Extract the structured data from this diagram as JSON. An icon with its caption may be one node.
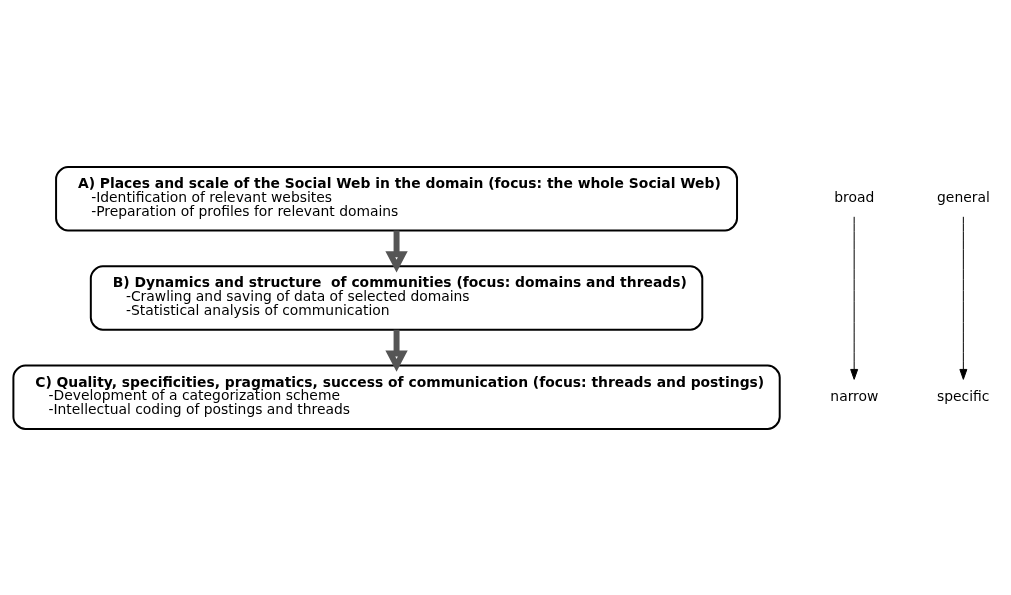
{
  "diagram": {
    "nodes": [
      {
        "text": [
          "A) Places and scale of the Social Web in the domain (focus: the whole Social Web)",
          "-Identification of relevant websites",
          "-Preparation of profiles for relevant domains"
        ]
      },
      {
        "text": [
          "B) Dynamics and structure  of communities (focus: domains and threads)",
          "-Crawling and saving of data of selected domains",
          "-Statistical analysis of communication"
        ]
      },
      {
        "text": [
          "C) Quality, specificities, pragmatics, success of communication (focus: threads and postings)",
          "-Development of a categorization scheme",
          "-Intellectual coding of postings and threads"
        ]
      },
      {
        "text": [
          "broad"
        ]
      },
      {
        "text": [
          "narrow"
        ]
      },
      {
        "text": [
          "general"
        ]
      },
      {
        "text": [
          "specific"
        ]
      }
    ],
    "edges": [
      {
        "from": 0,
        "to": 1,
        "arrow": "to",
        "style": "thick"
      },
      {
        "from": 1,
        "to": 2,
        "arrow": "to",
        "style": "thick"
      },
      {
        "from": 3,
        "to": 4,
        "arrow": "to"
      },
      {
        "from": 5,
        "to": 6,
        "arrow": "to"
      }
    ]
  }
}
